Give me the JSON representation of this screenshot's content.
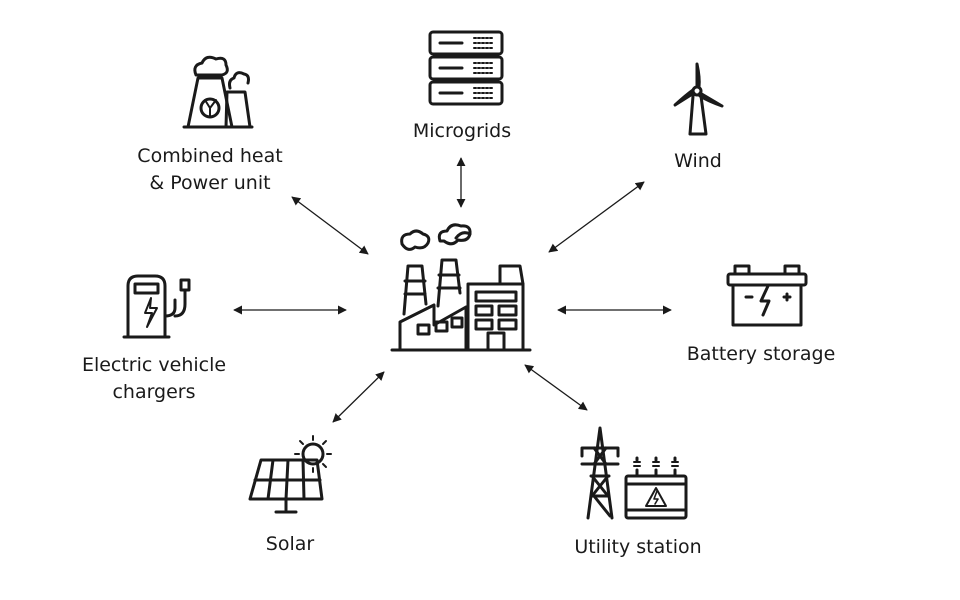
{
  "diagram": {
    "center": {
      "name": "Factory",
      "icon": "factory-icon"
    },
    "nodes": {
      "chp": {
        "lines": [
          "Combined heat",
          "& Power unit"
        ],
        "icon": "power-plant-icon"
      },
      "microgrids": {
        "lines": [
          "Microgrids"
        ],
        "icon": "server-rack-icon"
      },
      "wind": {
        "lines": [
          "Wind"
        ],
        "icon": "wind-turbine-icon"
      },
      "ev": {
        "lines": [
          "Electric vehicle",
          "chargers"
        ],
        "icon": "ev-charger-icon"
      },
      "battery": {
        "lines": [
          "Battery storage"
        ],
        "icon": "battery-icon"
      },
      "solar": {
        "lines": [
          "Solar"
        ],
        "icon": "solar-panel-icon"
      },
      "utility": {
        "lines": [
          "Utility station"
        ],
        "icon": "transmission-tower-icon"
      }
    },
    "connector": "bidirectional-arrow",
    "colors": {
      "line": "#1a1a1a",
      "background": "#ffffff"
    }
  }
}
